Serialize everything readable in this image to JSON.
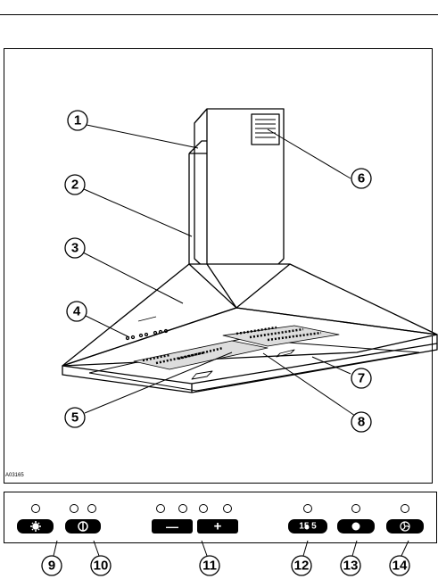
{
  "figure": {
    "id_code": "A03165",
    "callouts": [
      "1",
      "2",
      "3",
      "4",
      "5",
      "6",
      "7",
      "8",
      "9",
      "10",
      "11",
      "12",
      "13",
      "14"
    ]
  },
  "control_panel": {
    "buttons": [
      {
        "id": 9,
        "icon": "light-icon",
        "label": ""
      },
      {
        "id": 10,
        "icon": "power-icon",
        "label": ""
      },
      {
        "id": 11,
        "icon": "minus-icon",
        "label": "—"
      },
      {
        "id": 11,
        "icon": "plus-icon",
        "label": "+"
      },
      {
        "id": 12,
        "icon": "timer-fan-icon",
        "label": "15 5"
      },
      {
        "id": 13,
        "icon": "filter-icon",
        "label": ""
      },
      {
        "id": 14,
        "icon": "fan-icon",
        "label": ""
      }
    ]
  },
  "colors": {
    "line": "#000000",
    "fill": "#ffffff",
    "button": "#000000"
  }
}
